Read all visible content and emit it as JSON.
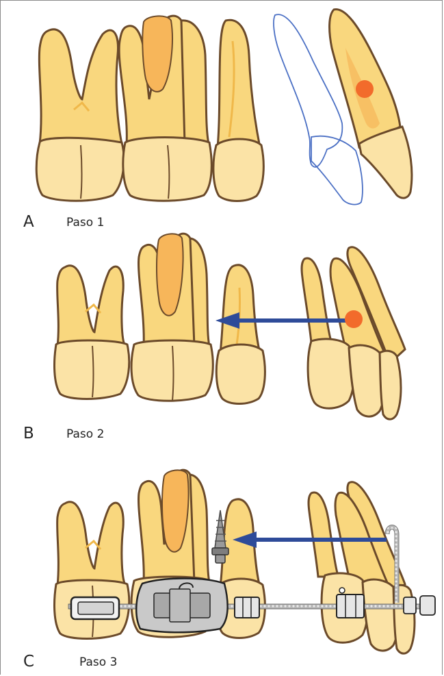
{
  "panels": [
    {
      "letter": "A",
      "step": "Paso 1"
    },
    {
      "letter": "B",
      "step": "Paso 2"
    },
    {
      "letter": "C",
      "step": "Paso 3"
    }
  ],
  "colors": {
    "tooth_root": "#f9d77e",
    "tooth_crown": "#fbe3a6",
    "tooth_outline": "#6b4a2a",
    "pulp": "#f7b65a",
    "marker": "#f26b2b",
    "arrow": "#2e4b99",
    "ghost_outline": "#4a6fc4",
    "appliance": "#9a9a9a"
  }
}
